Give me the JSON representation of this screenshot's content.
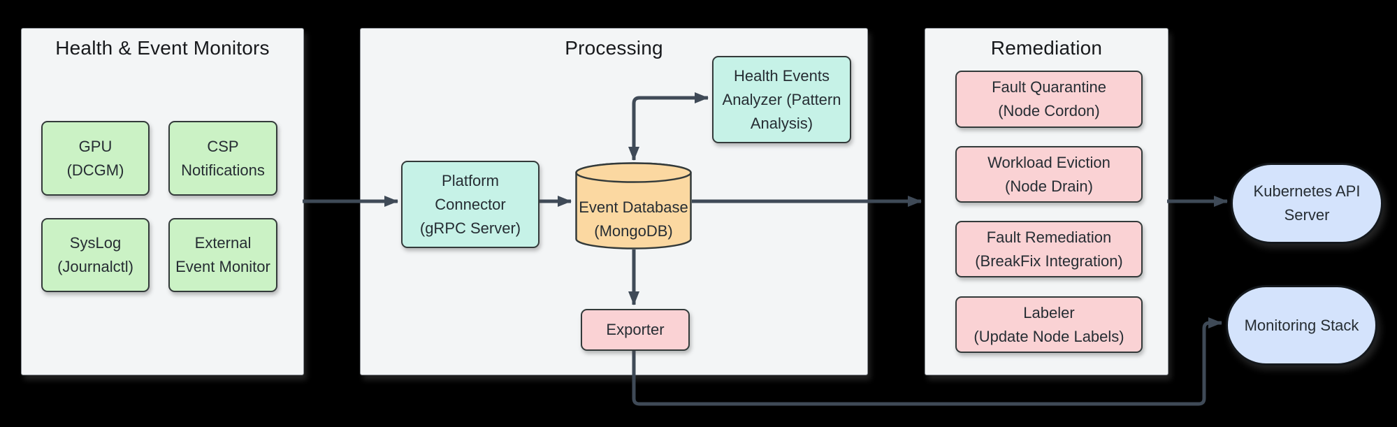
{
  "theme": {
    "bg": "#000000",
    "panel-bg": "#f3f5f6",
    "panel-border": "#8d9298",
    "green": "#cbf2c5",
    "teal": "#c6f2e7",
    "orange": "#fbd8a1",
    "pink": "#fad2d4",
    "blue": "#d4e3fc",
    "node-border": "#333a3a",
    "pill-border": "#14181c",
    "arrow": "#3f4a57",
    "text": "#262d33",
    "title": "#17191c"
  },
  "panels": {
    "monitors": {
      "title": "Health & Event Monitors",
      "nodes": {
        "gpu": {
          "line1": "GPU",
          "line2": "(DCGM)"
        },
        "csp": {
          "line1": "CSP",
          "line2": "Notifications"
        },
        "syslog": {
          "line1": "SysLog",
          "line2": "(Journalctl)"
        },
        "external": {
          "line1": "External",
          "line2": "Event Monitor"
        }
      }
    },
    "processing": {
      "title": "Processing",
      "nodes": {
        "health_events_analyzer": {
          "line1": "Health Events",
          "line2": "Analyzer (Pattern",
          "line3": "Analysis)"
        },
        "platform_connector": {
          "line1": "Platform",
          "line2": "Connector",
          "line3": "(gRPC Server)"
        },
        "event_database": {
          "line1": "Event Database",
          "line2": "(MongoDB)"
        },
        "exporter": {
          "label": "Exporter"
        }
      }
    },
    "remediation": {
      "title": "Remediation",
      "nodes": {
        "fault_quarantine": {
          "line1": "Fault Quarantine",
          "line2": "(Node Cordon)"
        },
        "workload_eviction": {
          "line1": "Workload Eviction",
          "line2": "(Node Drain)"
        },
        "fault_remediation": {
          "line1": "Fault Remediation",
          "line2": "(BreakFix Integration)"
        },
        "labeler": {
          "line1": "Labeler",
          "line2": "(Update Node Labels)"
        }
      }
    }
  },
  "external_nodes": {
    "kubernetes_api_server": {
      "line1": "Kubernetes API",
      "line2": "Server"
    },
    "monitoring_stack": {
      "label": "Monitoring Stack"
    }
  },
  "edges": [
    {
      "from": "health-event-monitors",
      "to": "platform-connector"
    },
    {
      "from": "platform-connector",
      "to": "event-database"
    },
    {
      "from": "event-database",
      "to": "health-events-analyzer",
      "bidirectional": true
    },
    {
      "from": "event-database",
      "to": "exporter"
    },
    {
      "from": "event-database",
      "to": "remediation"
    },
    {
      "from": "remediation",
      "to": "kubernetes-api-server"
    },
    {
      "from": "exporter",
      "to": "monitoring-stack"
    }
  ]
}
